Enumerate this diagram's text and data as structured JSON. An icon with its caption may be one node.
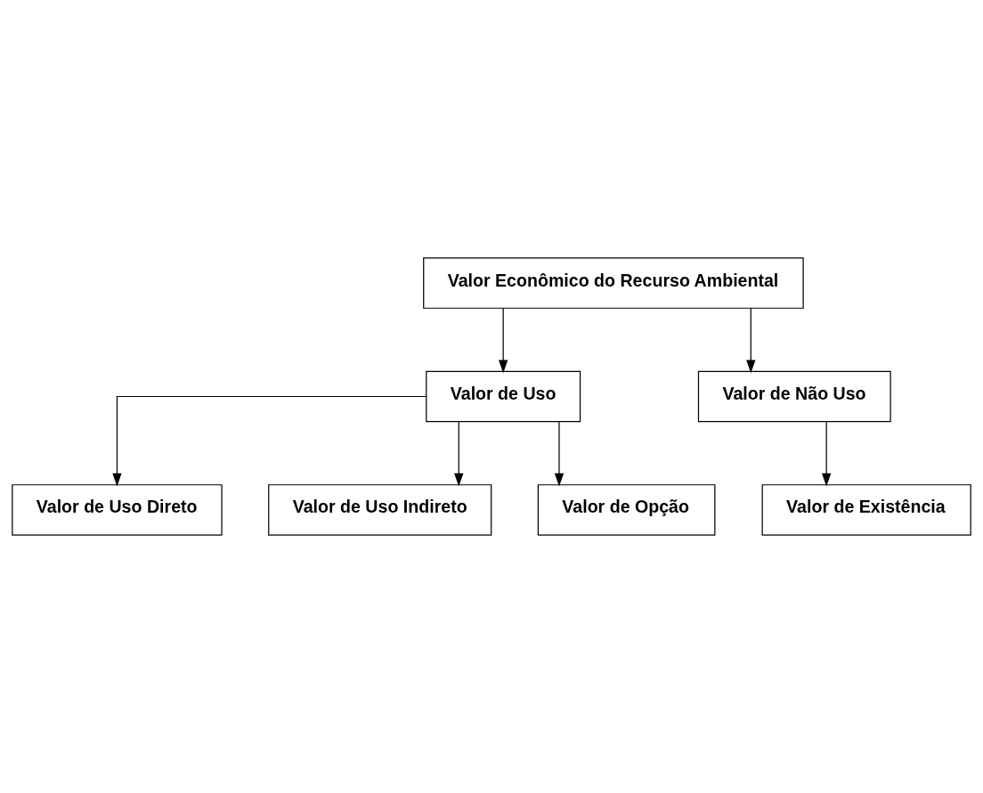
{
  "diagram": {
    "nodes": [
      {
        "text": [
          "Valor Econômico do Recurso Ambiental"
        ]
      },
      {
        "text": [
          "Valor de Uso"
        ]
      },
      {
        "text": [
          "Valor de Não Uso"
        ]
      },
      {
        "text": [
          "Valor de Uso Direto"
        ]
      },
      {
        "text": [
          "Valor de Uso Indireto"
        ]
      },
      {
        "text": [
          "Valor de Opção"
        ]
      },
      {
        "text": [
          "Valor de Existência"
        ]
      }
    ],
    "edges": [
      {
        "from": 0,
        "to": 1,
        "arrow": "to"
      },
      {
        "from": 0,
        "to": 2,
        "arrow": "to"
      },
      {
        "from": 1,
        "to": 3,
        "arrow": "to"
      },
      {
        "from": 1,
        "to": 4,
        "arrow": "to"
      },
      {
        "from": 1,
        "to": 5,
        "arrow": "to"
      },
      {
        "from": 2,
        "to": 6,
        "arrow": "to"
      }
    ]
  }
}
